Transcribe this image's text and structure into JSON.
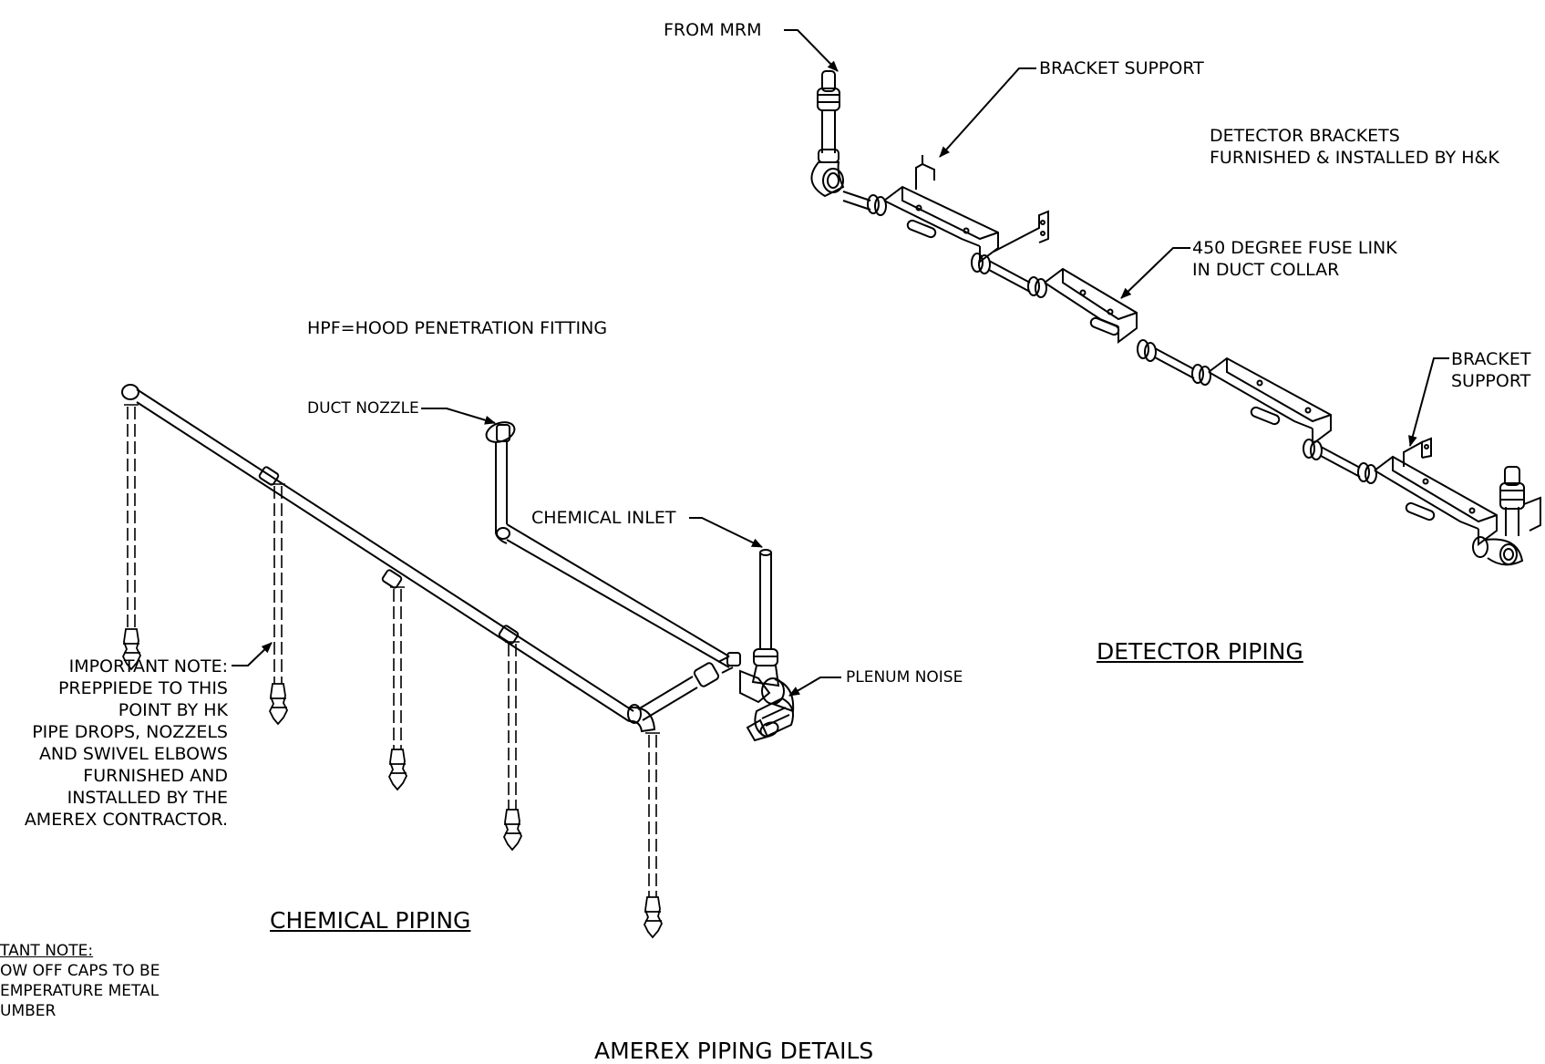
{
  "colors": {
    "line": "#000000",
    "background": "#ffffff"
  },
  "labels": {
    "from_mrm": "FROM MRM",
    "bracket_support_top": "BRACKET SUPPORT",
    "detector_brackets": [
      "DETECTOR BRACKETS",
      "FURNISHED & INSTALLED BY H&K"
    ],
    "fuse_link": [
      "450 DEGREE FUSE LINK",
      "IN DUCT COLLAR"
    ],
    "bracket_support_right": [
      "BRACKET",
      "SUPPORT"
    ],
    "hpf": "HPF=HOOD PENETRATION FITTING",
    "duct_nozzle": "DUCT NOZZLE",
    "chemical_inlet": "CHEMICAL INLET",
    "plenum_noise": "PLENUM NOISE",
    "important_note_main": [
      "IMPORTANT NOTE:",
      "PREPPIEDE TO THIS",
      "POINT BY HK",
      "PIPE DROPS, NOZZELS",
      "AND SWIVEL ELBOWS",
      "FURNISHED AND",
      "INSTALLED BY THE",
      "AMEREX CONTRACTOR."
    ],
    "important_note_partial": [
      "TANT NOTE:",
      "OW OFF CAPS TO BE",
      "EMPERATURE METAL",
      "UMBER"
    ]
  },
  "titles": {
    "detector_piping": "DETECTOR PIPING",
    "chemical_piping": "CHEMICAL PIPING",
    "page_title_partial": "AMEREX PIPING DETAILS"
  }
}
